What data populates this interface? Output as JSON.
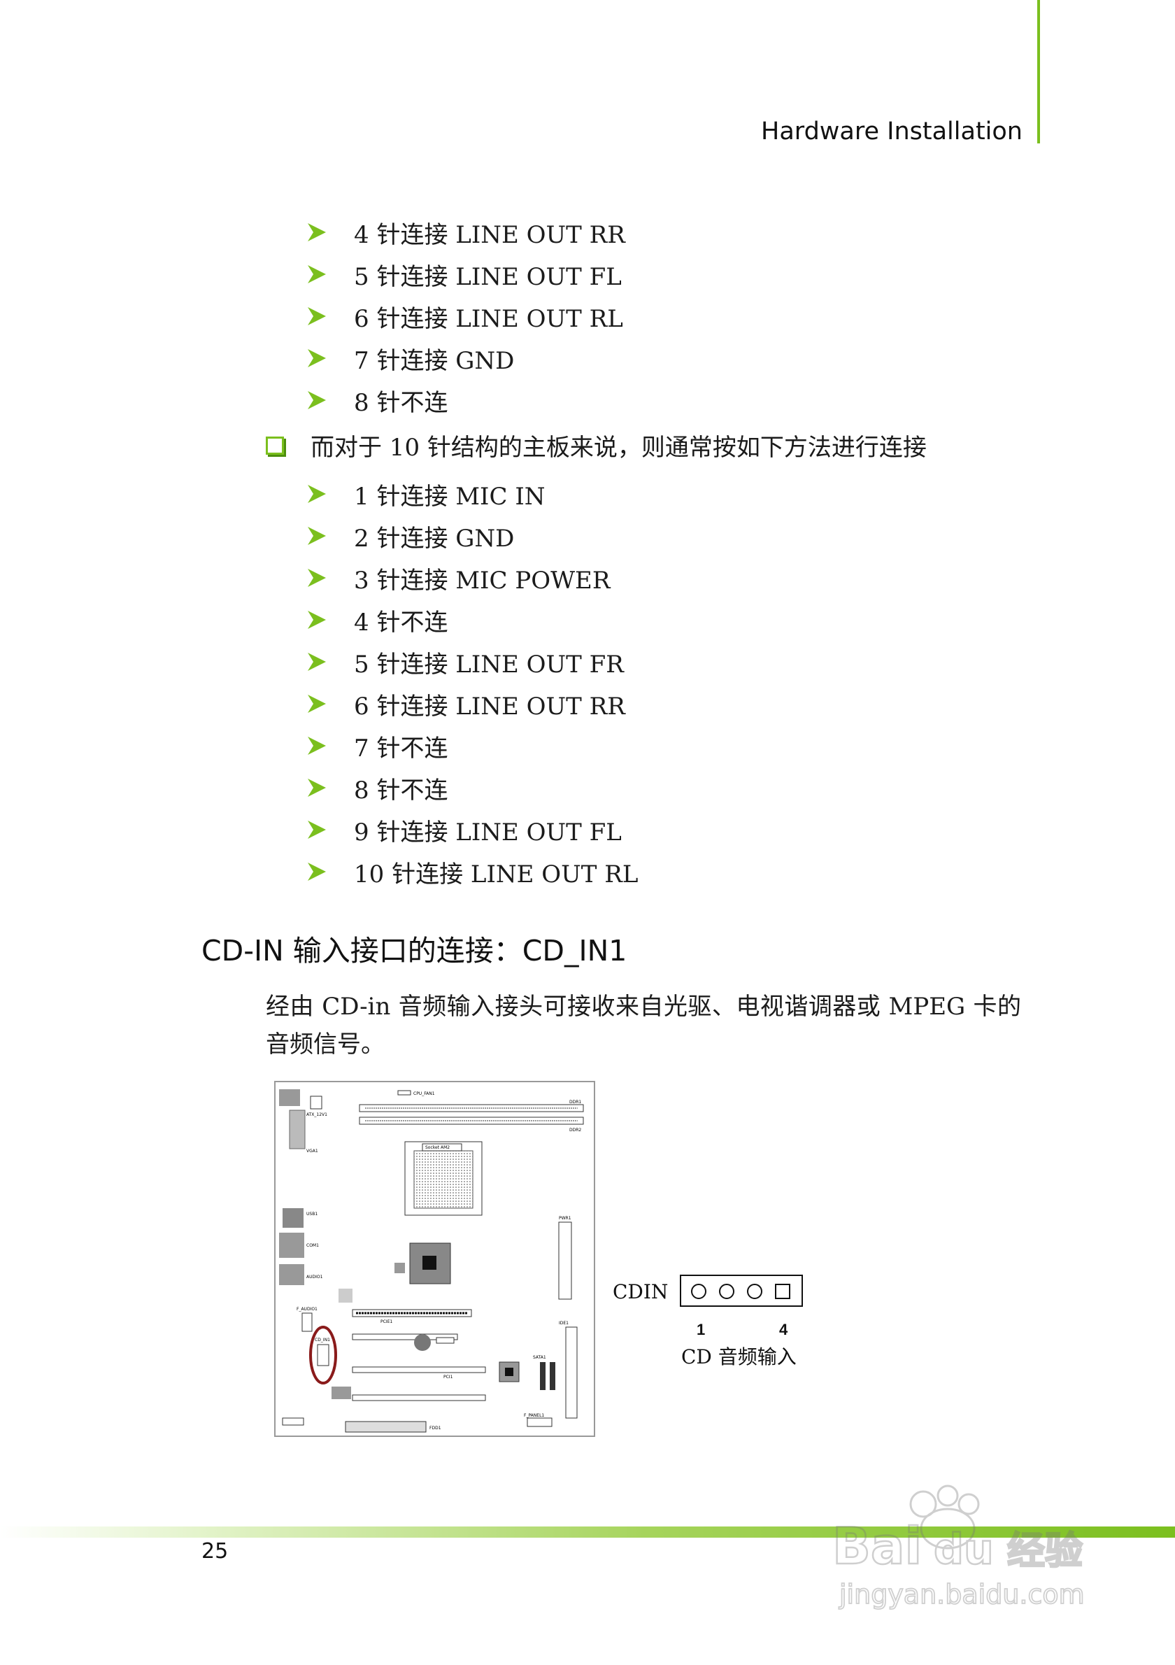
{
  "header": {
    "title": "Hardware Installation"
  },
  "bullets_8pin_tail": [
    "4 针连接 LINE OUT RR",
    "5 针连接 LINE OUT FL",
    "6 针连接 LINE OUT RL",
    "7 针连接 GND",
    "8 针不连"
  ],
  "intro_10pin": "而对于 10 针结构的主板来说，则通常按如下方法进行连接",
  "bullets_10pin": [
    "1 针连接 MIC IN",
    "2 针连接 GND",
    "3 针连接 MIC POWER",
    "4 针不连",
    "5 针连接 LINE OUT FR",
    "6 针连接 LINE OUT RR",
    "7 针不连",
    "8 针不连",
    "9 针连接 LINE OUT FL",
    "10 针连接 LINE OUT RL"
  ],
  "section": {
    "heading": "CD-IN 输入接口的连接：CD_IN1",
    "paragraph": "经由 CD-in 音频输入接头可接收来自光驱、电视谐调器或 MPEG 卡的音频信号。"
  },
  "cdin_diagram": {
    "label": "CDIN",
    "pin_first": "1",
    "pin_last": "4",
    "caption": "CD 音频输入"
  },
  "board_labels": {
    "socket": "Socket AM2",
    "cpu_fan": "CPU_FAN1",
    "ddr1": "DDR1",
    "ddr2": "DDR2",
    "atx": "ATX_12V1",
    "vga": "VGA1",
    "usb": "USB1",
    "com": "COM1",
    "audio": "AUDIO1",
    "faudio": "F_AUDIO1",
    "cdin": "CD_IN1",
    "pcie": "PCIE1",
    "pci": "PCI1",
    "ide": "IDE1",
    "fdd": "FDD1",
    "sata": "SATA1",
    "fpanel": "F_PANEL1",
    "power": "PWR1"
  },
  "footer": {
    "page_number": "25"
  },
  "watermark": {
    "brand": "Bai du 经验",
    "url": "jingyan.baidu.com"
  },
  "colors": {
    "accent_green": "#7bbf1e",
    "highlight_red": "#8a1b1b"
  }
}
